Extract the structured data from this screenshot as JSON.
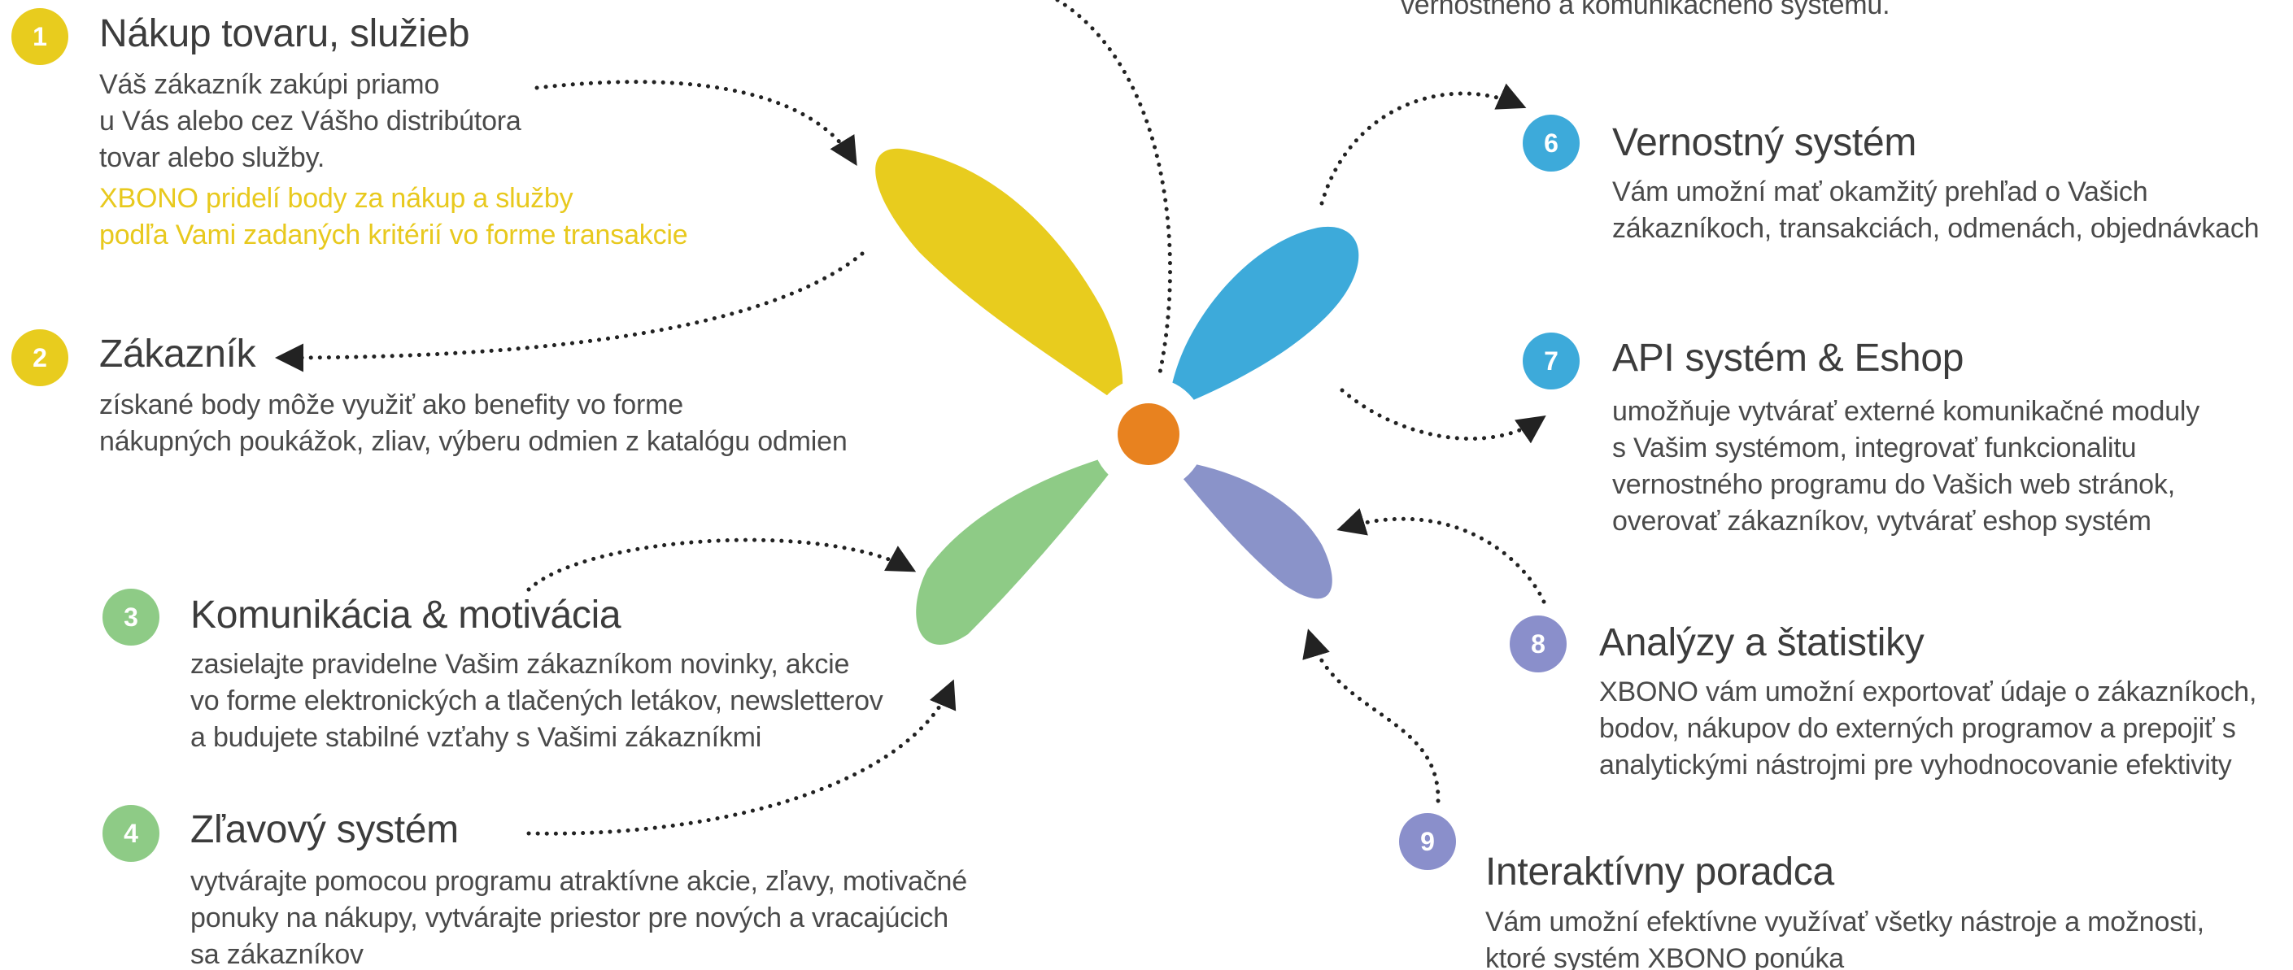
{
  "colors": {
    "yellow": "#e8cc1e",
    "blue": "#3daada",
    "green": "#8ecb86",
    "purple": "#8a93c9",
    "orange": "#e8821f",
    "badge_purple": "#8a8fcb",
    "highlight": "#e8c91e"
  },
  "top_text": "vernostného a komunikačného systému.",
  "items": [
    {
      "number": "1",
      "title": "Nákup tovaru, služieb",
      "description": "Váš zákazník zakúpi priamo\nu Vás alebo cez Vášho distribútora\ntovar alebo služby.",
      "highlight": "XBONO pridelí body za nákup a služby\npodľa Vami zadaných kritérií vo forme transakcie"
    },
    {
      "number": "2",
      "title": "Zákazník",
      "description": "získané body môže využiť ako benefity vo forme\nnákupných poukážok, zliav, výberu odmien z katalógu odmien"
    },
    {
      "number": "3",
      "title": "Komunikácia  & motivácia",
      "description": "zasielajte pravidelne Vašim zákazníkom novinky, akcie\nvo forme elektronických a tlačených letákov, newsletterov\na budujete stabilné vzťahy s Vašimi zákazníkmi"
    },
    {
      "number": "4",
      "title": "Zľavový systém",
      "description": "vytvárajte pomocou programu atraktívne akcie, zľavy, motivačné\nponuky na nákupy, vytvárajte priestor pre nových a vracajúcich\nsa zákazníkov"
    },
    {
      "number": "6",
      "title": "Vernostný systém",
      "description": "Vám umožní mať okamžitý prehľad o Vašich\nzákazníkoch, transakciách, odmenách, objednávkach"
    },
    {
      "number": "7",
      "title": "API systém & Eshop",
      "description": "umožňuje vytvárať externé komunikačné moduly\ns Vašim systémom, integrovať funkcionalitu\nvernostného programu do Vašich web stránok,\noverovať zákazníkov, vytvárať eshop systém"
    },
    {
      "number": "8",
      "title": "Analýzy a štatistiky",
      "description": "XBONO vám umožní exportovať údaje o zákazníkoch,\nbodov, nákupov do externých programov a prepojiť s\nanalytickými nástrojmi pre vyhodnocovanie efektivity"
    },
    {
      "number": "9",
      "title": "Interaktívny poradca",
      "description": "Vám umožní efektívne využívať všetky nástroje a možnosti,\nktoré systém XBONO ponúka"
    }
  ]
}
